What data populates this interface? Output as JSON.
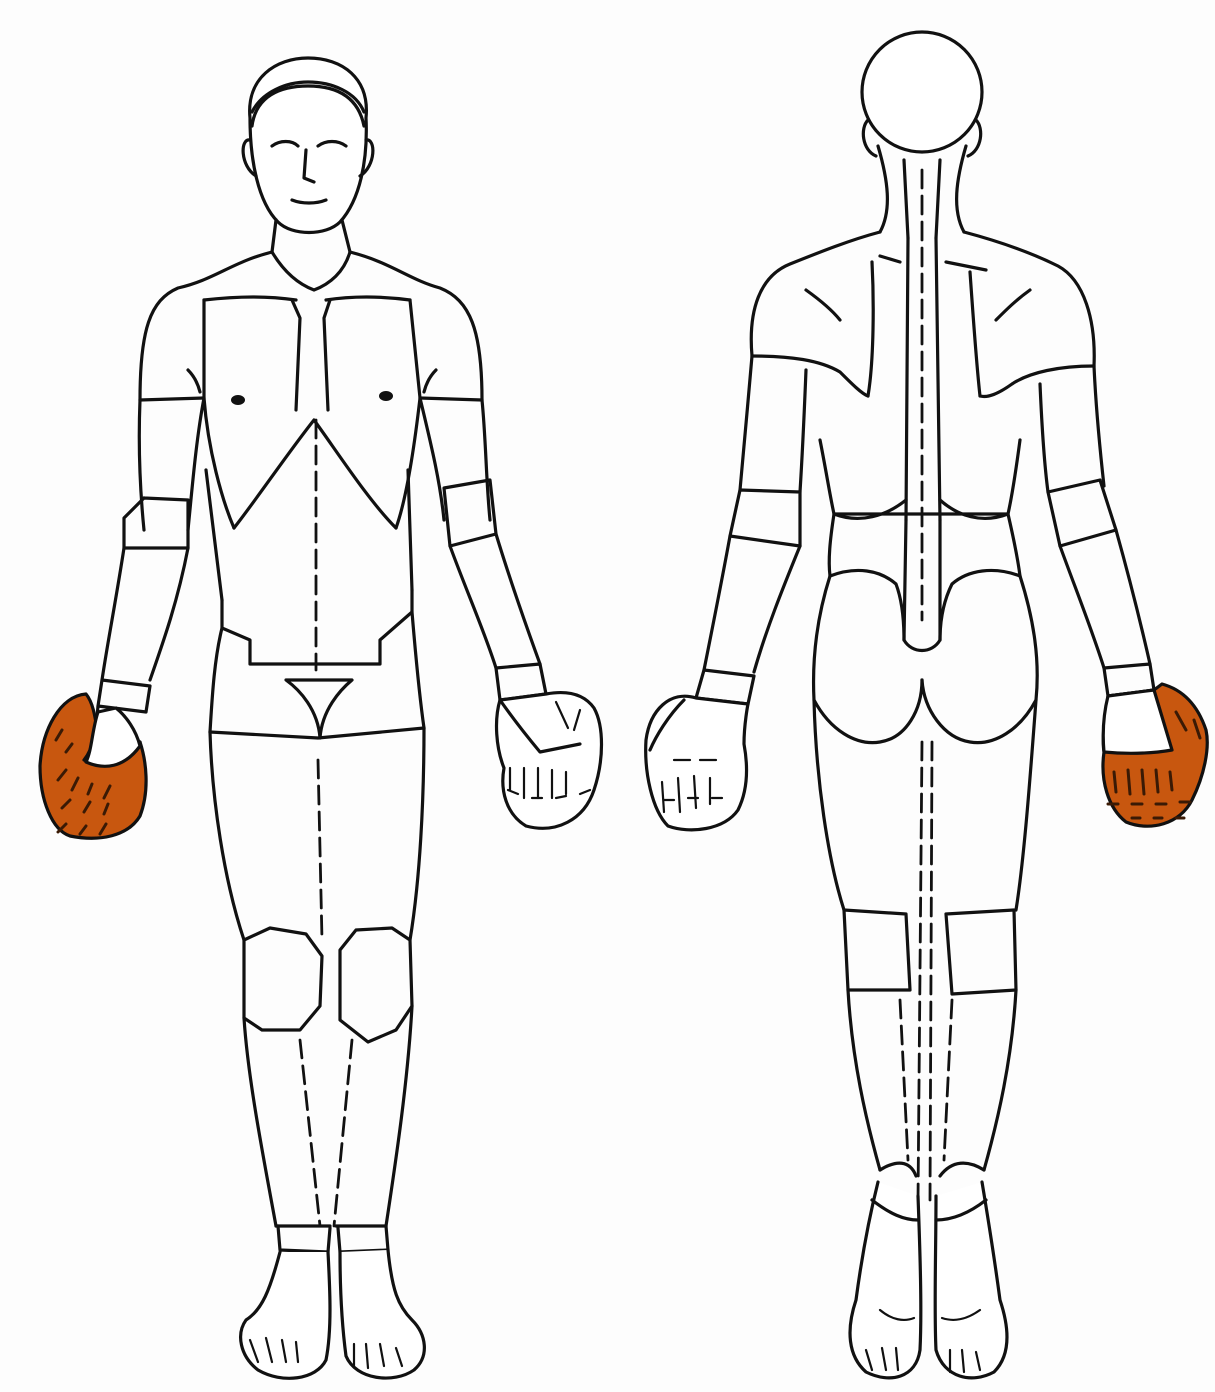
{
  "figure": {
    "views": [
      "front",
      "back"
    ],
    "colors": {
      "background": "#fdfdfd",
      "line": "#111111",
      "highlight": "#c8570f",
      "highlight_detail": "#3a1a05"
    },
    "highlighted_regions": [
      {
        "view": "front",
        "region": "right-hand"
      },
      {
        "view": "back",
        "region": "right-hand"
      }
    ]
  }
}
